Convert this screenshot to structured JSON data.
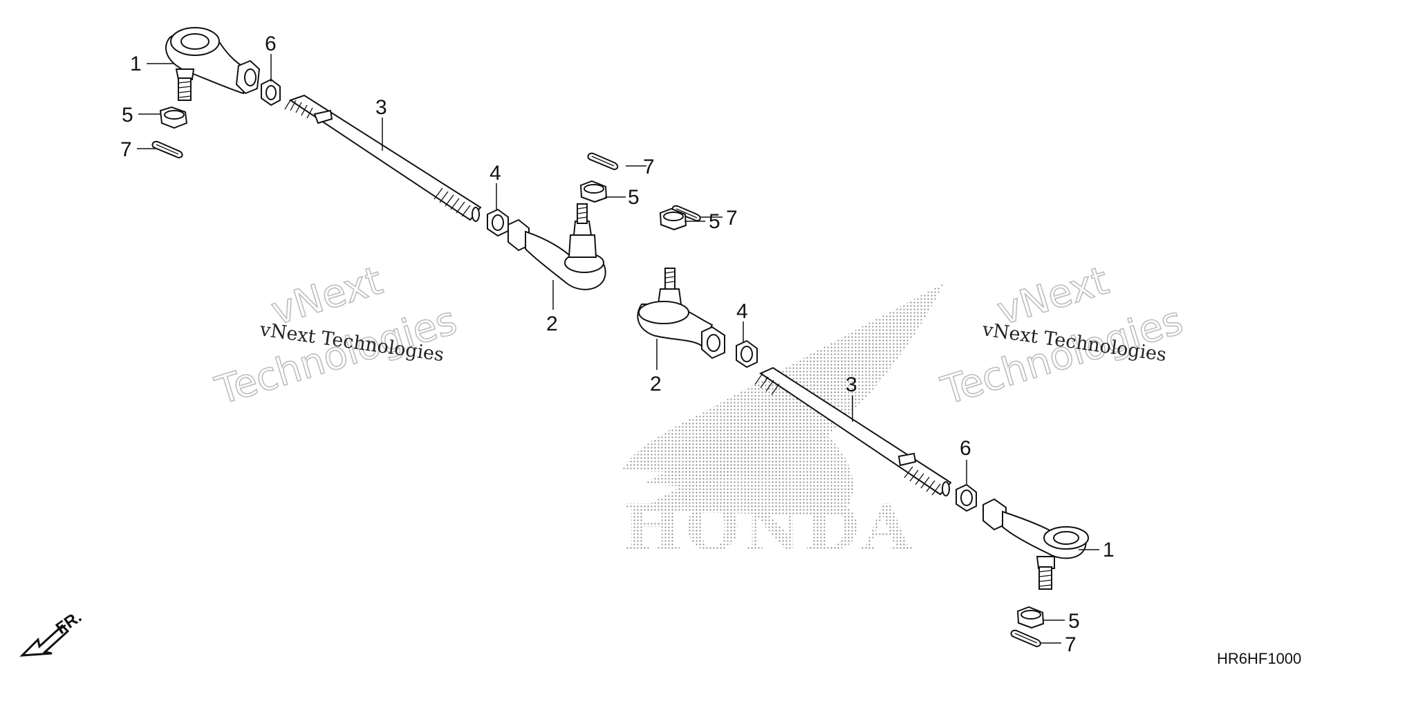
{
  "diagram": {
    "drawing_code": "HR6HF1000",
    "direction_label": "FR.",
    "watermark": {
      "line": "vNext Technologies",
      "big_line1": "vNext",
      "big_line2": "Technologies"
    },
    "logo_text": "HONDA",
    "callouts": {
      "c1a": "1",
      "c6a": "6",
      "c3a": "3",
      "c5a": "5",
      "c7a": "7",
      "c4a": "4",
      "c7b": "7",
      "c5b": "5",
      "c7c": "7",
      "c5c": "5",
      "c2a": "2",
      "c2b": "2",
      "c4b": "4",
      "c3b": "3",
      "c6b": "6",
      "c1b": "1",
      "c5d": "5",
      "c7d": "7"
    }
  }
}
